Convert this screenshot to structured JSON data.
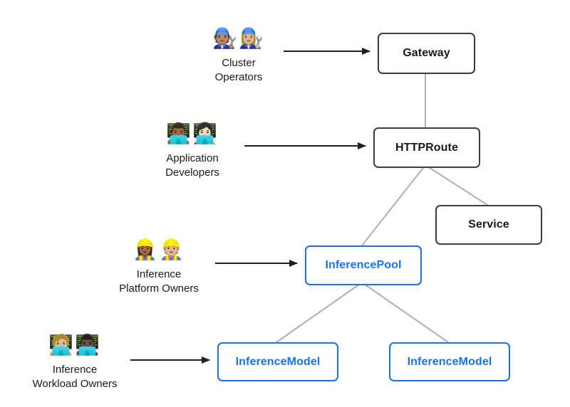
{
  "colors": {
    "background": "#ffffff",
    "node_border_dark": "#3d3d3d",
    "node_text_dark": "#1a1a1a",
    "accent_blue": "#1a73e8",
    "edge_gray": "#b0b0b0",
    "arrow_black": "#1f1f1f"
  },
  "personas": [
    {
      "emoji": "🧑🏽‍🔧👩🏼‍🔧",
      "label_line1": "Cluster",
      "label_line2": "Operators"
    },
    {
      "emoji": "👨🏾‍💻👩🏻‍💻",
      "label_line1": "Application",
      "label_line2": "Developers"
    },
    {
      "emoji": "👷🏾‍♀️👷🏼",
      "label_line1": "Inference",
      "label_line2": "Platform Owners"
    },
    {
      "emoji": "🧑🏼‍💻👨🏿‍💻",
      "label_line1": "Inference",
      "label_line2": "Workload Owners"
    }
  ],
  "nodes": [
    {
      "label": "Gateway",
      "style": "dark"
    },
    {
      "label": "HTTPRoute",
      "style": "dark"
    },
    {
      "label": "Service",
      "style": "dark"
    },
    {
      "label": "InferencePool",
      "style": "blue"
    },
    {
      "label": "InferenceModel",
      "style": "blue"
    },
    {
      "label": "InferenceModel",
      "style": "blue"
    }
  ]
}
